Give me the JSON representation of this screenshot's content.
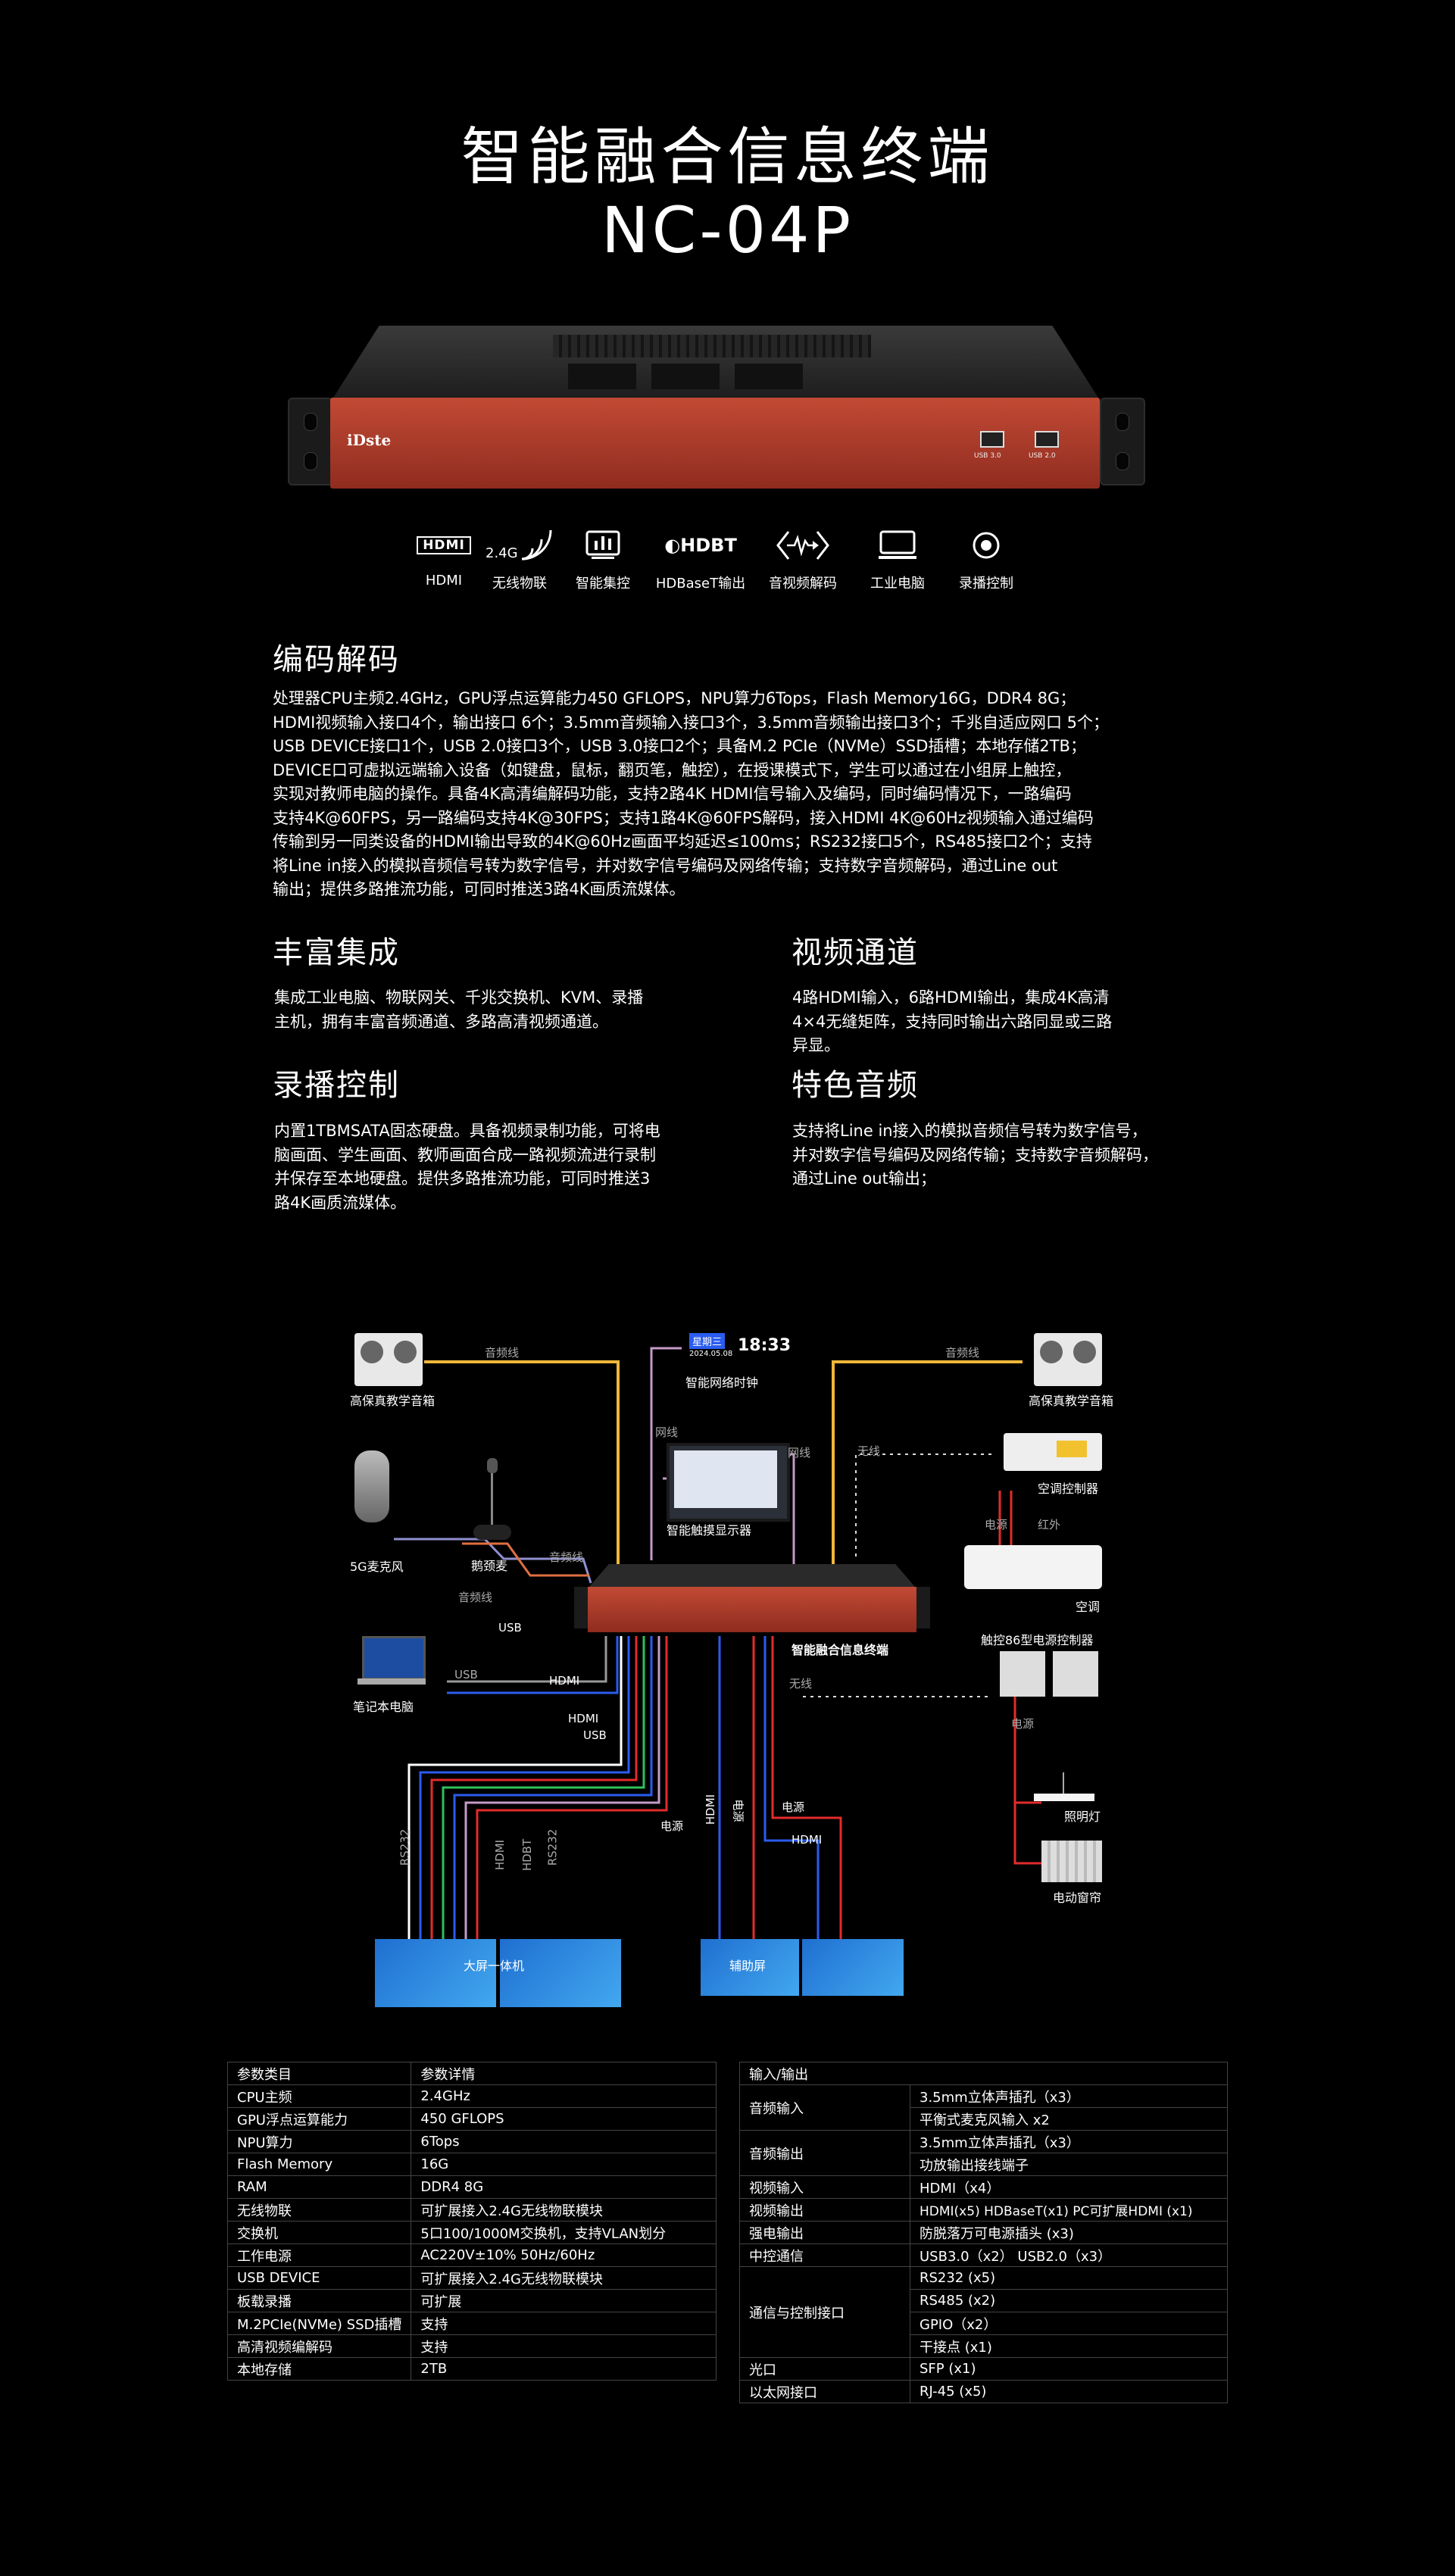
{
  "header": {
    "title_cn": "智能融合信息终端",
    "model": "NC-04P"
  },
  "device": {
    "brand": "iDste",
    "usb_labels": [
      "USB 3.0",
      "USB 2.0"
    ]
  },
  "features": [
    {
      "icon": "hdmi-icon",
      "label": "HDMI"
    },
    {
      "icon": "wireless-24g-icon",
      "label": "无线物联",
      "icon_text": "2.4G"
    },
    {
      "icon": "smart-control-icon",
      "label": "智能集控"
    },
    {
      "icon": "hdbaset-icon",
      "label": "HDBaseT输出",
      "icon_text": "HDBT"
    },
    {
      "icon": "av-codec-icon",
      "label": "音视频解码"
    },
    {
      "icon": "industrial-pc-icon",
      "label": "工业电脑"
    },
    {
      "icon": "record-icon",
      "label": "录播控制"
    }
  ],
  "sections": {
    "codec": {
      "title": "编码解码",
      "lines": [
        "处理器CPU主频2.4GHz，GPU浮点运算能力450 GFLOPS，NPU算力6Tops，Flash Memory16G，DDR4 8G；",
        "HDMI视频输入接口4个，输出接口 6个；3.5mm音频输入接口3个，3.5mm音频输出接口3个；千兆自适应网口 5个；",
        "USB DEVICE接口1个，USB 2.0接口3个，USB 3.0接口2个；具备M.2 PCIe（NVMe）SSD插槽；本地存储2TB；",
        "DEVICE口可虚拟远端输入设备（如键盘，鼠标，翻页笔，触控），在授课模式下，学生可以通过在小组屏上触控，",
        "实现对教师电脑的操作。具备4K高清编解码功能，支持2路4K HDMI信号输入及编码，同时编码情况下，一路编码",
        "支持4K@60FPS，另一路编码支持4K@30FPS；支持1路4K@60FPS解码，接入HDMI 4K@60Hz视频输入通过编码",
        "传输到另一同类设备的HDMI输出导致的4K@60Hz画面平均延迟≤100ms；RS232接口5个，RS485接口2个；支持",
        "将Line in接入的模拟音频信号转为数字信号，并对数字信号编码及网络传输；支持数字音频解码，通过Line out",
        "输出；提供多路推流功能，可同时推送3路4K画质流媒体。"
      ]
    },
    "integration": {
      "title": "丰富集成",
      "lines": [
        "集成工业电脑、物联网关、千兆交换机、KVM、录播",
        "主机，拥有丰富音频通道、多路高清视频通道。"
      ]
    },
    "video": {
      "title": "视频通道",
      "lines": [
        "4路HDMI输入，6路HDMI输出，集成4K高清",
        "4×4无缝矩阵，支持同时输出六路同显或三路",
        "异显。"
      ]
    },
    "recording": {
      "title": "录播控制",
      "lines": [
        "内置1TBMSATA固态硬盘。具备视频录制功能，可将电",
        "脑画面、学生画面、教师画面合成一路视频流进行录制",
        "并保存至本地硬盘。提供多路推流功能，可同时推送3",
        "路4K画质流媒体。"
      ]
    },
    "audio": {
      "title": "特色音频",
      "lines": [
        "支持将Line in接入的模拟音频信号转为数字信号，",
        "并对数字信号编码及网络传输；支持数字音频解码，",
        "通过Line out输出；"
      ]
    }
  },
  "diagram": {
    "speaker_left": "高保真教学音箱",
    "speaker_right": "高保真教学音箱",
    "clock_day": "星期三",
    "clock_date": "2024.05.08",
    "clock_time": "18:33",
    "clock_label": "智能网络时钟",
    "touch_display": "智能触摸显示器",
    "mic_5g": "5G麦克风",
    "gooseneck_mic": "鹅颈麦",
    "laptop": "笔记本电脑",
    "terminal": "智能融合信息终端",
    "ac_controller": "空调控制器",
    "ac": "空调",
    "touch_panel": "触控86型电源控制器",
    "lighting": "照明灯",
    "curtain": "电动窗帘",
    "big_screen": "大屏一体机",
    "aux_screen": "辅助屏",
    "wires": {
      "audio": "音频线",
      "network": "网线",
      "wireless": "无线",
      "power": "电源",
      "infrared": "红外",
      "usb": "USB",
      "hdmi": "HDMI",
      "rs232": "RS232",
      "hdbaset": "HDBT"
    }
  },
  "spec_table": {
    "headers": [
      "参数类目",
      "参数详情"
    ],
    "rows": [
      [
        "CPU主频",
        "2.4GHz"
      ],
      [
        "GPU浮点运算能力",
        "450 GFLOPS"
      ],
      [
        "NPU算力",
        "6Tops"
      ],
      [
        "Flash Memory",
        "16G"
      ],
      [
        "RAM",
        "DDR4 8G"
      ],
      [
        "无线物联",
        "可扩展接入2.4G无线物联模块"
      ],
      [
        "交换机",
        "5口100/1000M交换机，支持VLAN划分"
      ],
      [
        "工作电源",
        "AC220V±10% 50Hz/60Hz"
      ],
      [
        "USB DEVICE",
        "可扩展接入2.4G无线物联模块"
      ],
      [
        "板载录播",
        "可扩展"
      ],
      [
        "M.2PCIe(NVMe) SSD插槽",
        "支持"
      ],
      [
        "高清视频编解码",
        "支持"
      ],
      [
        "本地存储",
        "2TB"
      ]
    ]
  },
  "io_table": {
    "header": "输入/输出",
    "rows": [
      {
        "name": "音频输入",
        "values": [
          "3.5mm立体声插孔（x3）",
          "平衡式麦克风输入  x2"
        ]
      },
      {
        "name": "音频输出",
        "values": [
          "3.5mm立体声插孔（x3）",
          "功放输出接线端子"
        ]
      },
      {
        "name": "视频输入",
        "values": [
          "HDMI（x4）"
        ]
      },
      {
        "name": "视频输出",
        "values": [
          "HDMI(x5) HDBaseT(x1) PC可扩展HDMI (x1)"
        ]
      },
      {
        "name": "强电输出",
        "values": [
          "防脱落万可电源插头 (x3)"
        ]
      },
      {
        "name": "中控通信",
        "values": [
          "USB3.0（x2） USB2.0（x3）"
        ]
      },
      {
        "name": "通信与控制接口",
        "values": [
          "RS232 (x5)",
          "RS485 (x2)",
          "GPIO（x2）",
          "干接点 (x1)"
        ]
      },
      {
        "name": "光口",
        "values": [
          "SFP (x1)"
        ]
      },
      {
        "name": "以太网接口",
        "values": [
          "RJ-45 (x5)"
        ]
      }
    ]
  },
  "colors": {
    "device_red": "#b23a2a",
    "wire_audio": "#f0b73a",
    "wire_network": "#c59ac7",
    "wire_hdmi": "#2a5cf0",
    "wire_power": "#e32b2b",
    "wire_usb": "#ffffff",
    "wire_green": "#2ec05a"
  }
}
